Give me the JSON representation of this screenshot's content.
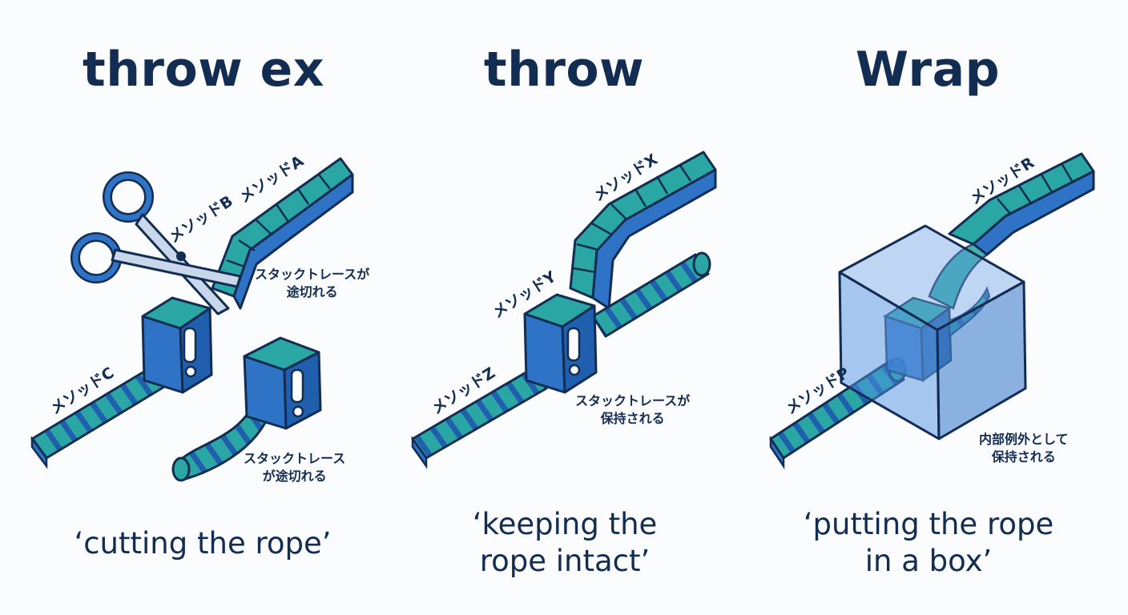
{
  "panels": [
    {
      "title": "throw ex",
      "caption": "‘cutting the rope’",
      "methods": {
        "a": "メソッドA",
        "b": "メソッドB",
        "c": "メソッドC"
      },
      "notes": {
        "top": [
          "スタックトレースが",
          "途切れる"
        ],
        "bottom": [
          "スタックトレース",
          "が途切れる"
        ]
      }
    },
    {
      "title": "throw",
      "caption_lines": [
        "‘keeping the",
        "rope intact’"
      ],
      "methods": {
        "x": "メソッドX",
        "y": "メソッドY",
        "z": "メソッドZ"
      },
      "notes": {
        "main": [
          "スタックトレースが",
          "保持される"
        ]
      }
    },
    {
      "title": "Wrap",
      "caption_lines": [
        "‘putting the rope",
        "in a box’"
      ],
      "methods": {
        "r": "メソッドR",
        "p": "メソッドP"
      },
      "notes": {
        "main": [
          "内部例外として",
          "保持される"
        ]
      }
    }
  ],
  "colors": {
    "ink": "#132c52",
    "rope_blue": "#2f73c6",
    "rope_teal": "#2aa6a4",
    "box_blue": "#4d8fe0",
    "background": "#fbfcfe"
  },
  "icons": [
    "scissors-icon",
    "exclamation-icon",
    "glass-box-icon"
  ]
}
